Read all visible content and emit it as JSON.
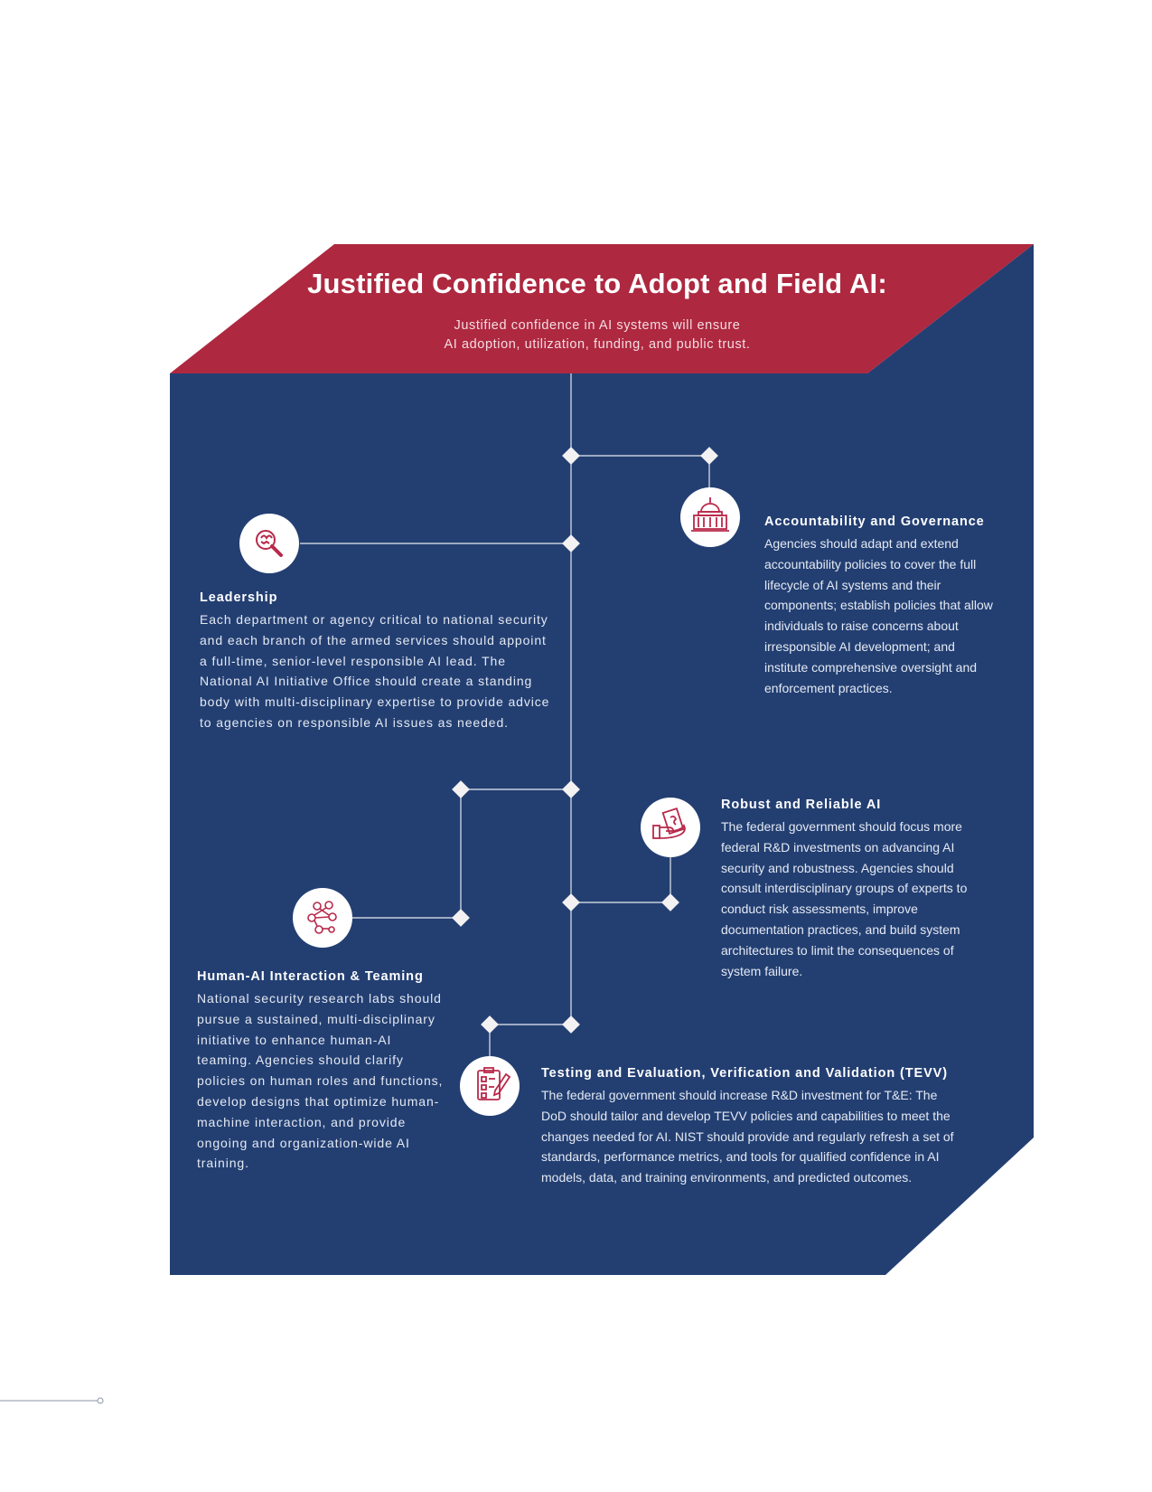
{
  "header": {
    "title": "Justified Confidence to Adopt and Field AI:",
    "subtitle_lines": [
      "Justified confidence in AI systems will ensure",
      "AI adoption, utilization, funding, and public trust."
    ]
  },
  "colors": {
    "navy": "#233f72",
    "crimson": "#ae2840",
    "line": "#c7cfdd",
    "node": "#f4f1f2",
    "icon": "#b8294a"
  },
  "sections": {
    "leadership": {
      "icon": "magnifier-brain-icon",
      "heading": "Leadership",
      "body": "Each department or agency critical to national security and each branch of the armed services should appoint a full-time, senior-level responsible AI lead. The National AI Initiative Office should create a standing body with multi-disciplinary expertise to provide advice to agencies on responsible AI issues as needed."
    },
    "accountability": {
      "icon": "capitol-building-icon",
      "heading": "Accountability and Governance",
      "body": "Agencies should adapt and extend accountability policies to cover the full lifecycle of AI systems and their components; establish policies that allow individuals to raise concerns about irresponsible AI development; and institute comprehensive oversight and enforcement practices."
    },
    "robust": {
      "icon": "hand-money-icon",
      "heading": "Robust and Reliable AI",
      "body": "The federal government should focus more federal R&D investments on advancing AI security and robustness. Agencies should consult interdisciplinary groups of experts to conduct risk assessments, improve documentation practices, and build system architectures to limit the consequences of system failure."
    },
    "human": {
      "icon": "people-network-icon",
      "heading": "Human-AI Interaction & Teaming",
      "body": "National security research labs should pursue a sustained, multi-disciplinary initiative to enhance human-AI teaming. Agencies should clarify policies on human roles and functions, develop designs that optimize human-machine interaction, and provide ongoing and organization-wide AI training."
    },
    "tevv": {
      "icon": "clipboard-checklist-icon",
      "heading": "Testing and Evaluation, Verification and Validation (TEVV)",
      "body": "The federal government should increase R&D investment for T&E: The DoD should tailor and develop TEVV policies and capabilities to meet the changes needed for AI. NIST should provide and regularly refresh a set of standards, performance metrics, and tools for qualified confidence in AI models, data, and training environments, and predicted outcomes."
    }
  }
}
